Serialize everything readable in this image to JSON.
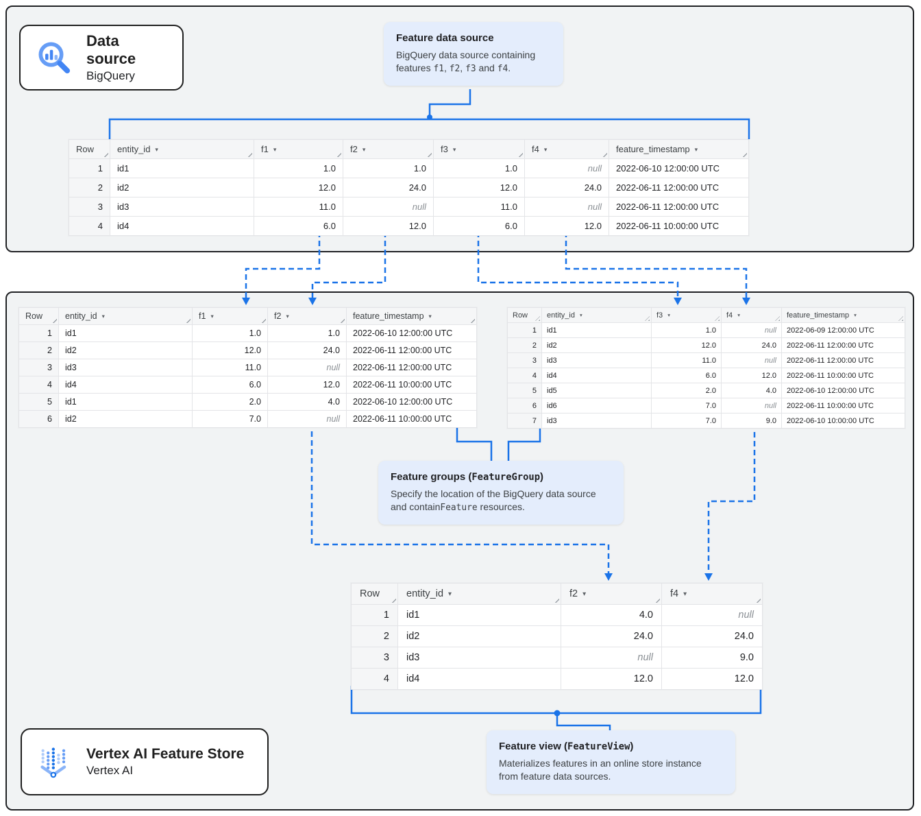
{
  "colors": {
    "connector_blue": "#1a73e8",
    "callout_bg": "#e4edfc",
    "section_bg": "#f1f3f4",
    "icon_blue": "#4285f4",
    "icon_blue_light": "#8ab4f8",
    "null_text": "#8a8f94"
  },
  "source_card": {
    "title": "Data source",
    "subtitle": "BigQuery"
  },
  "store_card": {
    "title": "Vertex AI Feature Store",
    "subtitle": "Vertex AI"
  },
  "callouts": {
    "feature_data_source": {
      "title": [
        {
          "text": "Feature data source"
        }
      ],
      "body": [
        {
          "text": "BigQuery data source containing features "
        },
        {
          "mono": "f1"
        },
        {
          "text": ", "
        },
        {
          "mono": "f2"
        },
        {
          "text": ", "
        },
        {
          "mono": "f3"
        },
        {
          "text": " and "
        },
        {
          "mono": "f4"
        },
        {
          "text": "."
        }
      ]
    },
    "feature_groups": {
      "title": [
        {
          "text": "Feature groups ("
        },
        {
          "mono": "FeatureGroup"
        },
        {
          "text": ")"
        }
      ],
      "body": [
        {
          "text": "Specify the location of the BigQuery data source and contain"
        },
        {
          "mono": "Feature"
        },
        {
          "text": " resources."
        }
      ]
    },
    "feature_view": {
      "title": [
        {
          "text": "Feature view ("
        },
        {
          "mono": "FeatureView"
        },
        {
          "text": ")"
        }
      ],
      "body": [
        {
          "text": "Materializes features in an online store instance from feature data sources."
        }
      ]
    }
  },
  "tables": {
    "source": {
      "columns": [
        "Row",
        "entity_id",
        "f1",
        "f2",
        "f3",
        "f4",
        "feature_timestamp"
      ],
      "rows": [
        [
          "1",
          "id1",
          "1.0",
          "1.0",
          "1.0",
          "null",
          "2022-06-10 12:00:00 UTC"
        ],
        [
          "2",
          "id2",
          "12.0",
          "24.0",
          "12.0",
          "24.0",
          "2022-06-11 12:00:00 UTC"
        ],
        [
          "3",
          "id3",
          "11.0",
          "null",
          "11.0",
          "null",
          "2022-06-11 12:00:00 UTC"
        ],
        [
          "4",
          "id4",
          "6.0",
          "12.0",
          "6.0",
          "12.0",
          "2022-06-11 10:00:00 UTC"
        ]
      ]
    },
    "group_f1_f2": {
      "columns": [
        "Row",
        "entity_id",
        "f1",
        "f2",
        "feature_timestamp"
      ],
      "rows": [
        [
          "1",
          "id1",
          "1.0",
          "1.0",
          "2022-06-10 12:00:00 UTC"
        ],
        [
          "2",
          "id2",
          "12.0",
          "24.0",
          "2022-06-11 12:00:00 UTC"
        ],
        [
          "3",
          "id3",
          "11.0",
          "null",
          "2022-06-11 12:00:00 UTC"
        ],
        [
          "4",
          "id4",
          "6.0",
          "12.0",
          "2022-06-11 10:00:00 UTC"
        ],
        [
          "5",
          "id1",
          "2.0",
          "4.0",
          "2022-06-10 12:00:00 UTC"
        ],
        [
          "6",
          "id2",
          "7.0",
          "null",
          "2022-06-11 10:00:00 UTC"
        ]
      ]
    },
    "group_f3_f4": {
      "columns": [
        "Row",
        "entity_id",
        "f3",
        "f4",
        "feature_timestamp"
      ],
      "rows": [
        [
          "1",
          "id1",
          "1.0",
          "null",
          "2022-06-09 12:00:00 UTC"
        ],
        [
          "2",
          "id2",
          "12.0",
          "24.0",
          "2022-06-11 12:00:00 UTC"
        ],
        [
          "3",
          "id3",
          "11.0",
          "null",
          "2022-06-11 12:00:00 UTC"
        ],
        [
          "4",
          "id4",
          "6.0",
          "12.0",
          "2022-06-11 10:00:00 UTC"
        ],
        [
          "5",
          "id5",
          "2.0",
          "4.0",
          "2022-06-10 12:00:00 UTC"
        ],
        [
          "6",
          "id6",
          "7.0",
          "null",
          "2022-06-11 10:00:00 UTC"
        ],
        [
          "7",
          "id3",
          "7.0",
          "9.0",
          "2022-06-10 10:00:00 UTC"
        ]
      ]
    },
    "feature_view": {
      "columns": [
        "Row",
        "entity_id",
        "f2",
        "f4"
      ],
      "rows": [
        [
          "1",
          "id1",
          "4.0",
          "null"
        ],
        [
          "2",
          "id2",
          "24.0",
          "24.0"
        ],
        [
          "3",
          "id3",
          "null",
          "9.0"
        ],
        [
          "4",
          "id4",
          "12.0",
          "12.0"
        ]
      ]
    }
  }
}
